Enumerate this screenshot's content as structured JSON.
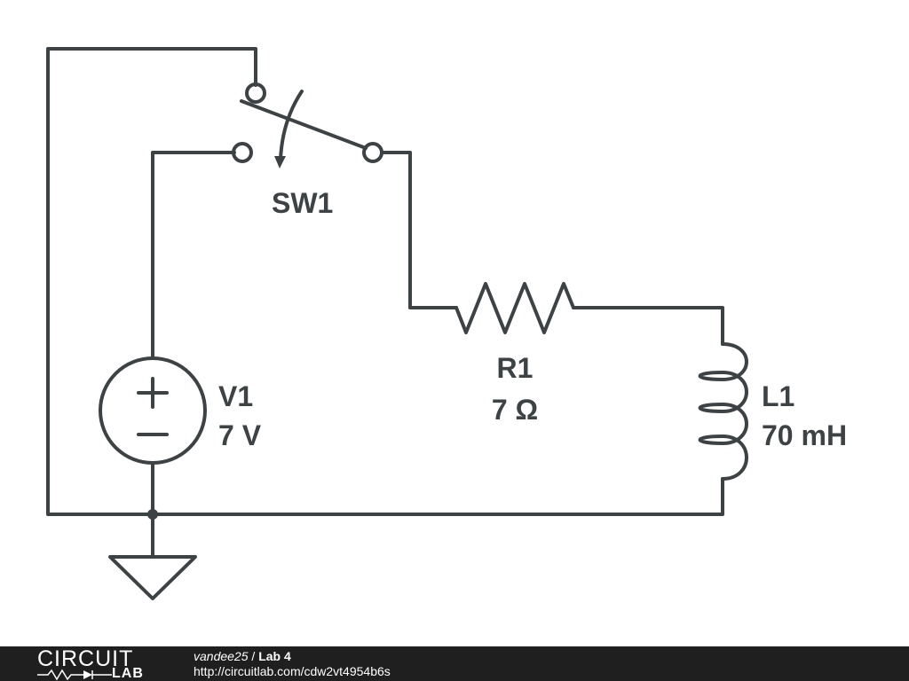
{
  "components": {
    "switch": {
      "name": "SW1"
    },
    "source": {
      "name": "V1",
      "value": "7 V"
    },
    "resistor": {
      "name": "R1",
      "value": "7 Ω"
    },
    "inductor": {
      "name": "L1",
      "value": "70 mH"
    }
  },
  "footer": {
    "logo_top": "CIRCUIT",
    "logo_bottom": "LAB",
    "user": "vandee25",
    "separator": " / ",
    "project": "Lab 4",
    "url": "http://circuitlab.com/cdw2vt4954b6s"
  },
  "colors": {
    "stroke": "#3d4345",
    "footer_bg": "#1f1f1f"
  }
}
